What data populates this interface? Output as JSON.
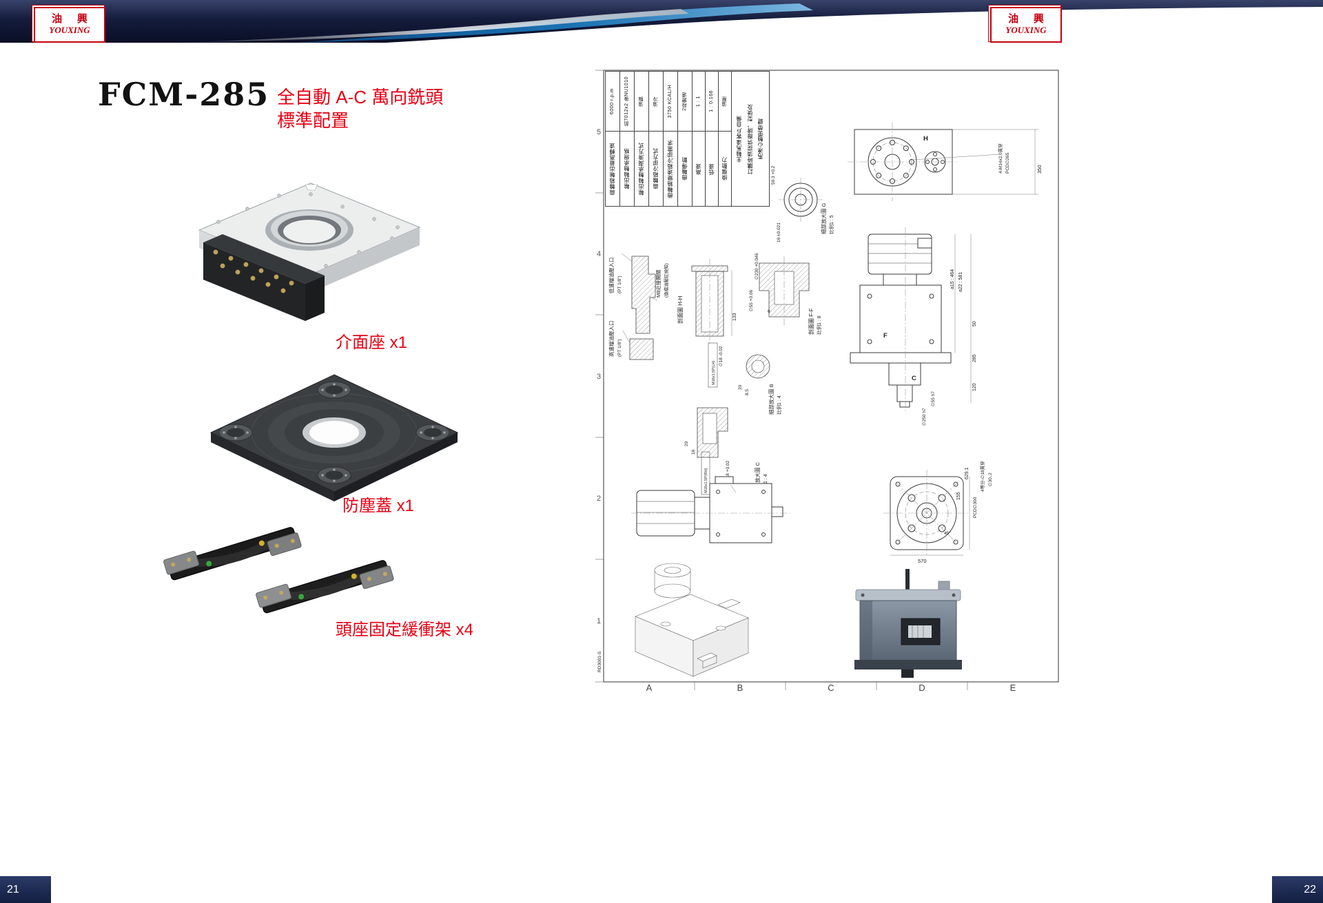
{
  "header": {
    "logo_cn": "油 興",
    "logo_en": "YOUXING"
  },
  "footer": {
    "page_left": "21",
    "page_right": "22"
  },
  "left_page": {
    "model": "FCM-285",
    "subtitle1": "全自動 A-C 萬向銑頭",
    "subtitle2": "標準配置",
    "captions": [
      "介面座 x1",
      "防塵蓋 x1",
      "頭座固定緩衝架 x4"
    ]
  },
  "drawing": {
    "part_no": "RD3001-S",
    "ruler_numbers": [
      "5",
      "4",
      "3",
      "2",
      "1"
    ],
    "ruler_letters": [
      "A",
      "B",
      "C",
      "D",
      "E"
    ],
    "spec": {
      "rows": [
        {
          "label": "齒輪箱輸出最高轉速",
          "value": "6000 r.p.m"
        },
        {
          "label": "輸出軸軸承規格",
          "value": "前7012x2 後NU1010"
        },
        {
          "label": "輸出軸軸承潤滑方式",
          "value": "油脂"
        },
        {
          "label": "齒輪箱冷卻方式",
          "value": "油冷"
        },
        {
          "label": "齒輪箱變速箱冷卻需求",
          "value": "3750 KCAL/H"
        },
        {
          "label": "齒輪傳動",
          "value": "2段變速"
        },
        {
          "label": "高速",
          "value": "1 : 1"
        },
        {
          "label": "低速",
          "value": "1 : 0.166"
        },
        {
          "label": "換檔動力",
          "value": "油壓"
        }
      ],
      "note_lines": [
        "主軸馬達客戶自備",
        "訂購時須提供廠牌、型號及",
        "馬達心軸需帶鍵"
      ]
    },
    "labels": {
      "flange_note1": "4-M14x2.0貫穿",
      "flange_note2": "PCD∅265",
      "dim350": "350",
      "letter_h": "H",
      "detail_g1": "細部放大圖 G",
      "detail_g2": "比例1 : 5",
      "dim593": "59.3 +0.2",
      "dim16t": "16 ±0.021",
      "inlet_low1": "低速檔油壓入口",
      "inlet_low2": "(PT 1/8\")",
      "inlet_high1": "高速檔油壓入口",
      "inlet_high2": "(PT 1/8\")",
      "m8_1": "M8近接開關",
      "m8_2": "(換檔油壓缸檢知)",
      "sec_hh": "剖面圖 H-H",
      "dim133": "133",
      "dim_phi18lh": "∅18 -0.02",
      "m16lh": "M16x1.5P(LH)",
      "sec_ff1": "剖面圖 F-F",
      "sec_ff2": "比例1 : 8",
      "dim_phi230": "∅230 +0.046",
      "dim_phi55": "∅55 +0.06",
      "dim6": "6",
      "detail_b1": "細部放大圖 B",
      "detail_b2": "比例1 : 4",
      "dim85": "8.5",
      "dim20a": "20",
      "detail_c1": "細部放大圖 C",
      "detail_c2": "比例1 : 4",
      "m16rh": "M16x1.5P(RH)",
      "dim_phi18rh": "∅18 +0.02",
      "dim16b": "16",
      "dim20b": "20",
      "dim_a15": "a15 : 464",
      "dim_a22": "a22 : 581",
      "dim50": "50",
      "dim285": "285",
      "dim120": "120",
      "dim_phi55h7": "∅55 h7",
      "dim_phi250h7": "∅250 h7",
      "letter_f": "F",
      "letter_c": "C",
      "dim6291": "629.1",
      "dim155": "155",
      "dim570": "570",
      "dim45": "45°",
      "pcd300": "PCD∅300",
      "bolt_note1": "4等分-∅18貫穿",
      "bolt_note2": "∅30↓2"
    }
  }
}
